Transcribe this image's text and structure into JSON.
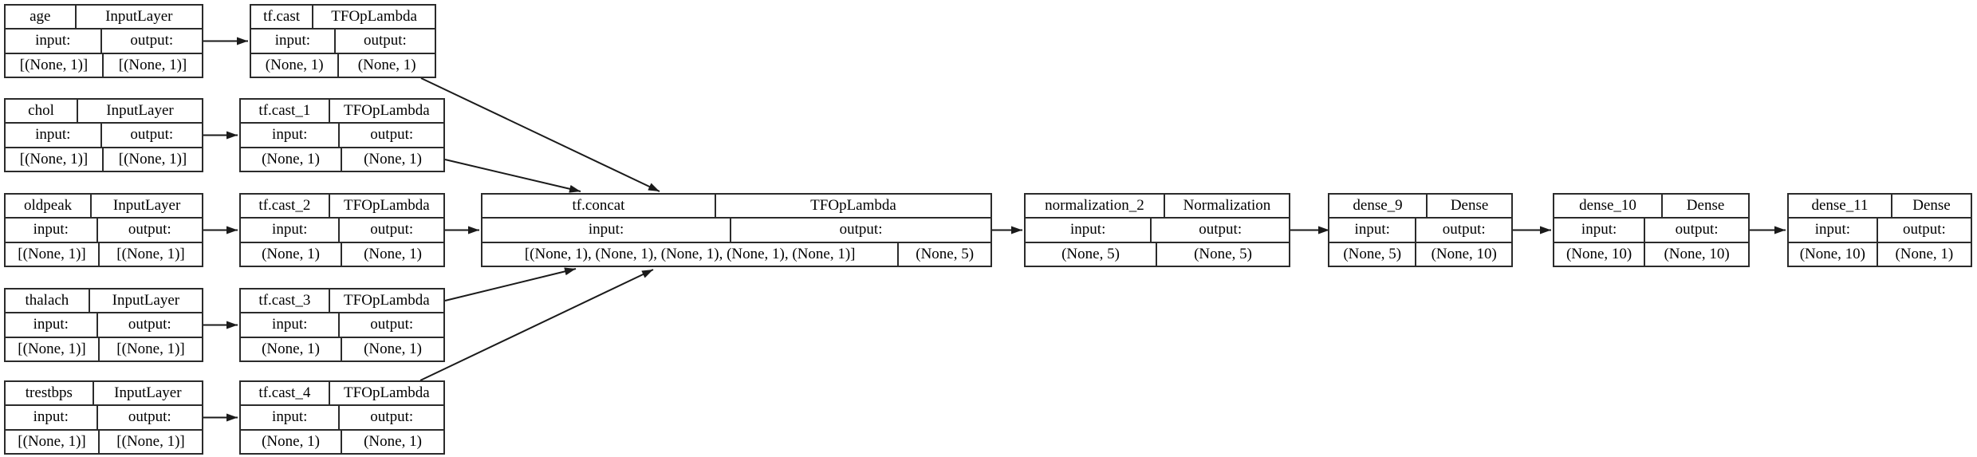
{
  "diagram": {
    "kind": "keras-model-architecture-plot",
    "colors": {
      "background": "#ffffff",
      "node_fill": "#ffffff",
      "node_border": "#2b2b2b",
      "edge": "#1a1a1a",
      "text": "#000000"
    }
  },
  "nodes": [
    {
      "id": "age",
      "name": "age",
      "type": "InputLayer",
      "input_label": "input:",
      "output_label": "output:",
      "input_shape": "[(None, 1)]",
      "output_shape": "[(None, 1)]"
    },
    {
      "id": "chol",
      "name": "chol",
      "type": "InputLayer",
      "input_label": "input:",
      "output_label": "output:",
      "input_shape": "[(None, 1)]",
      "output_shape": "[(None, 1)]"
    },
    {
      "id": "oldpeak",
      "name": "oldpeak",
      "type": "InputLayer",
      "input_label": "input:",
      "output_label": "output:",
      "input_shape": "[(None, 1)]",
      "output_shape": "[(None, 1)]"
    },
    {
      "id": "thalach",
      "name": "thalach",
      "type": "InputLayer",
      "input_label": "input:",
      "output_label": "output:",
      "input_shape": "[(None, 1)]",
      "output_shape": "[(None, 1)]"
    },
    {
      "id": "trestbps",
      "name": "trestbps",
      "type": "InputLayer",
      "input_label": "input:",
      "output_label": "output:",
      "input_shape": "[(None, 1)]",
      "output_shape": "[(None, 1)]"
    },
    {
      "id": "tf_cast",
      "name": "tf.cast",
      "type": "TFOpLambda",
      "input_label": "input:",
      "output_label": "output:",
      "input_shape": "(None, 1)",
      "output_shape": "(None, 1)"
    },
    {
      "id": "tf_cast_1",
      "name": "tf.cast_1",
      "type": "TFOpLambda",
      "input_label": "input:",
      "output_label": "output:",
      "input_shape": "(None, 1)",
      "output_shape": "(None, 1)"
    },
    {
      "id": "tf_cast_2",
      "name": "tf.cast_2",
      "type": "TFOpLambda",
      "input_label": "input:",
      "output_label": "output:",
      "input_shape": "(None, 1)",
      "output_shape": "(None, 1)"
    },
    {
      "id": "tf_cast_3",
      "name": "tf.cast_3",
      "type": "TFOpLambda",
      "input_label": "input:",
      "output_label": "output:",
      "input_shape": "(None, 1)",
      "output_shape": "(None, 1)"
    },
    {
      "id": "tf_cast_4",
      "name": "tf.cast_4",
      "type": "TFOpLambda",
      "input_label": "input:",
      "output_label": "output:",
      "input_shape": "(None, 1)",
      "output_shape": "(None, 1)"
    },
    {
      "id": "tf_concat",
      "name": "tf.concat",
      "type": "TFOpLambda",
      "input_label": "input:",
      "output_label": "output:",
      "input_shape": "[(None, 1), (None, 1), (None, 1), (None, 1), (None, 1)]",
      "output_shape": "(None, 5)"
    },
    {
      "id": "normalization_2",
      "name": "normalization_2",
      "type": "Normalization",
      "input_label": "input:",
      "output_label": "output:",
      "input_shape": "(None, 5)",
      "output_shape": "(None, 5)"
    },
    {
      "id": "dense_9",
      "name": "dense_9",
      "type": "Dense",
      "input_label": "input:",
      "output_label": "output:",
      "input_shape": "(None, 5)",
      "output_shape": "(None, 10)"
    },
    {
      "id": "dense_10",
      "name": "dense_10",
      "type": "Dense",
      "input_label": "input:",
      "output_label": "output:",
      "input_shape": "(None, 10)",
      "output_shape": "(None, 10)"
    },
    {
      "id": "dense_11",
      "name": "dense_11",
      "type": "Dense",
      "input_label": "input:",
      "output_label": "output:",
      "input_shape": "(None, 10)",
      "output_shape": "(None, 1)"
    }
  ],
  "edges": [
    {
      "from": "age",
      "to": "tf_cast"
    },
    {
      "from": "chol",
      "to": "tf_cast_1"
    },
    {
      "from": "oldpeak",
      "to": "tf_cast_2"
    },
    {
      "from": "thalach",
      "to": "tf_cast_3"
    },
    {
      "from": "trestbps",
      "to": "tf_cast_4"
    },
    {
      "from": "tf_cast",
      "to": "tf_concat"
    },
    {
      "from": "tf_cast_1",
      "to": "tf_concat"
    },
    {
      "from": "tf_cast_2",
      "to": "tf_concat"
    },
    {
      "from": "tf_cast_3",
      "to": "tf_concat"
    },
    {
      "from": "tf_cast_4",
      "to": "tf_concat"
    },
    {
      "from": "tf_concat",
      "to": "normalization_2"
    },
    {
      "from": "normalization_2",
      "to": "dense_9"
    },
    {
      "from": "dense_9",
      "to": "dense_10"
    },
    {
      "from": "dense_10",
      "to": "dense_11"
    }
  ]
}
